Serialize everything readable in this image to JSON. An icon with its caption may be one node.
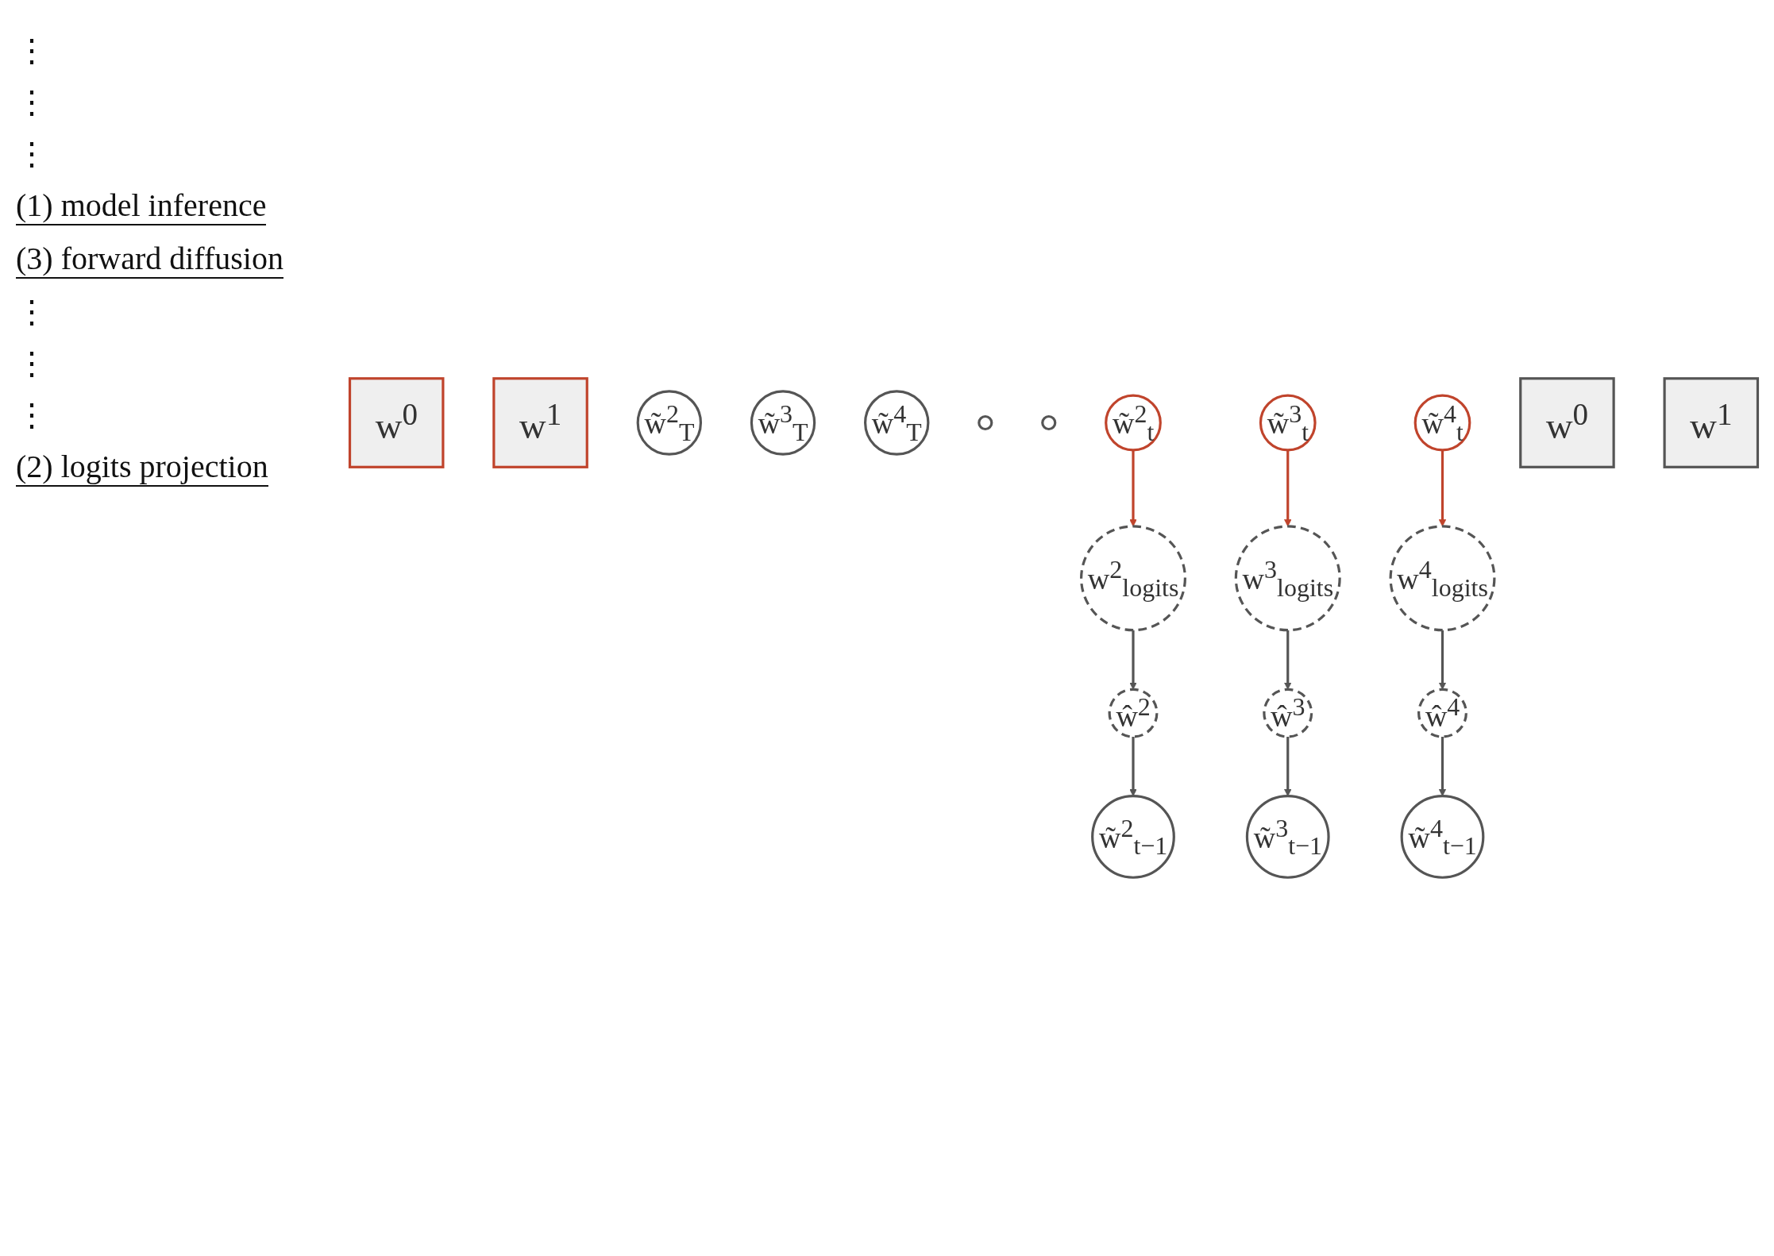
{
  "diagram": {
    "nodes": [
      {
        "text": [
          "w$^{0}$"
        ]
      },
      {
        "text": [
          "w$^{1}$"
        ]
      },
      {
        "text": [
          "w̃$^{2}$$_{T}$"
        ]
      },
      {
        "text": [
          "w̃$^{3}$$_{T}$"
        ]
      },
      {
        "text": [
          "w̃$^{4}$$_{T}$"
        ]
      },
      {
        "text": [],
        "shape": "circle"
      },
      {
        "text": [],
        "shape": "circle"
      },
      {
        "text": [
          "w̃$^{2}$$_{t}$"
        ]
      },
      {
        "text": [
          "w̃$^{3}$$_{t}$"
        ]
      },
      {
        "text": [
          "w̃$^{4}$$_{t}$"
        ]
      },
      {
        "text": [
          "w̃$^{2}$$_{t−1}$"
        ]
      },
      {
        "text": [
          "w̃$^{3}$$_{t−1}$"
        ]
      },
      {
        "text": [
          "w̃$^{4}$$_{t−1}$"
        ]
      },
      {
        "text": [
          "ŵ$^{2}$"
        ]
      },
      {
        "text": [
          "ŵ$^{3}$"
        ]
      },
      {
        "text": [
          "ŵ$^{4}$"
        ]
      },
      {
        "text": [
          "w$^{0}$"
        ]
      },
      {
        "text": [
          "w$^{1}$"
        ]
      },
      {
        "text": [
          "w$^{2}$$_{logits}$"
        ]
      },
      {
        "text": [
          "w$^{3}$$_{logits}$"
        ]
      },
      {
        "text": [
          "w$^{4}$$_{logits}$"
        ]
      }
    ],
    "edges": [
      {
        "from": 7,
        "to": 18,
        "arrow": "to",
        "color": "#c0442c"
      },
      {
        "from": 8,
        "to": 19,
        "arrow": "to",
        "color": "#c0442c"
      },
      {
        "from": 9,
        "to": 20,
        "arrow": "to",
        "color": "#c0442c"
      },
      {
        "from": 18,
        "to": 13,
        "arrow": "to"
      },
      {
        "from": 19,
        "to": 14,
        "arrow": "to"
      },
      {
        "from": 20,
        "to": 15,
        "arrow": "to"
      },
      {
        "from": 13,
        "to": 10,
        "arrow": "to"
      },
      {
        "from": 14,
        "to": 11,
        "arrow": "to"
      },
      {
        "from": 15,
        "to": 12,
        "arrow": "to"
      }
    ],
    "labels": [
      "⋮",
      "⋮",
      "⋮",
      "(1) model inference",
      "(3) forward diffusion",
      "⋮",
      "⋮",
      "⋮",
      "(2) logits projection"
    ]
  }
}
